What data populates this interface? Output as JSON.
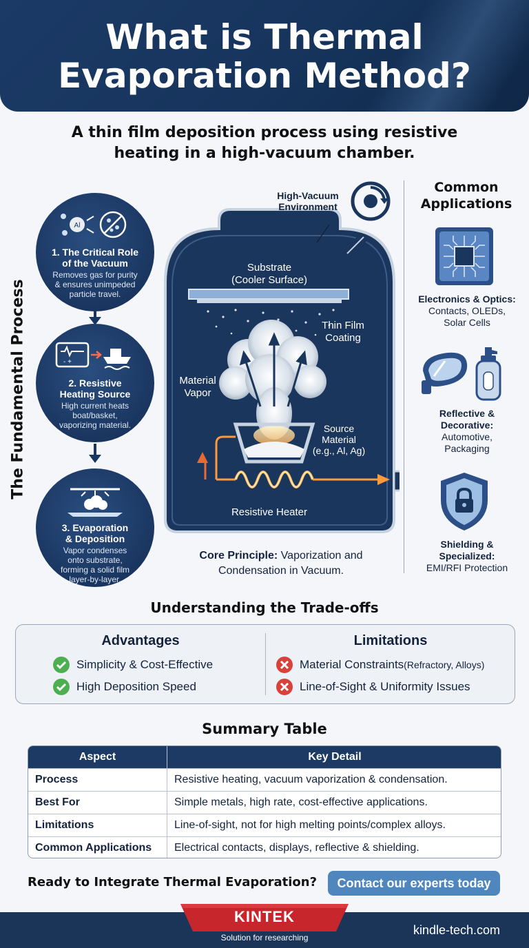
{
  "header": {
    "title_line1": "What is Thermal",
    "title_line2": "Evaporation Method?"
  },
  "subtitle": {
    "line1": "A thin film deposition process using resistive",
    "line2": "heating in a high-vacuum chamber."
  },
  "process": {
    "label": "The Fundamental Process",
    "steps": [
      {
        "title_line1": "1. The Critical Role",
        "title_line2": "of the Vacuum",
        "desc_line1": "Removes gas for purity",
        "desc_line2": "& ensures unimpeded",
        "desc_line3": "particle travel.",
        "icon": "vacuum-atoms-icon"
      },
      {
        "title_line1": "2. Resistive",
        "title_line2": "Heating Source",
        "desc_line1": "High current heats",
        "desc_line2": "boat/basket,",
        "desc_line3": "vaporizing material.",
        "icon": "heating-circuit-icon"
      },
      {
        "title_line1": "3. Evaporation",
        "title_line2": "& Deposition",
        "desc_line1": "Vapor condenses",
        "desc_line2": "onto substrate,",
        "desc_line3": "forming a solid film",
        "desc_line4": "layer-by-layer.",
        "icon": "vapor-cloud-icon"
      }
    ]
  },
  "diagram": {
    "vacuum_label_line1": "High-Vacuum",
    "vacuum_label_line2": "Environment",
    "substrate_line1": "Substrate",
    "substrate_line2": "(Cooler Surface)",
    "film_line1": "Thin Film",
    "film_line2": "Coating",
    "vapor_line1": "Material",
    "vapor_line2": "Vapor",
    "source_line1": "Source",
    "source_line2": "Material",
    "source_line3": "(e.g., Al, Ag)",
    "heater": "Resistive Heater",
    "core_bold": "Core Principle:",
    "core_rest": " Vaporization and",
    "core_line2": "Condensation in Vacuum.",
    "colors": {
      "chamber": "#1b365d",
      "heater": "#ff9a3c"
    }
  },
  "applications": {
    "title_line1": "Common",
    "title_line2": "Applications",
    "items": [
      {
        "title": "Electronics & Optics:",
        "line1": "Contacts, OLEDs,",
        "line2": "Solar Cells",
        "icon": "chip-icon"
      },
      {
        "title": "Reflective &",
        "title2": "Decorative:",
        "line1": "Automotive,",
        "line2": "Packaging",
        "icon": "mirror-bottle-icon"
      },
      {
        "title": "Shielding &",
        "title2": "Specialized:",
        "line1": "EMI/RFI Protection",
        "icon": "shield-lock-icon"
      }
    ]
  },
  "tradeoffs": {
    "title": "Understanding the Trade-offs",
    "advantages_title": "Advantages",
    "advantages": [
      "Simplicity & Cost-Effective",
      "High Deposition Speed"
    ],
    "limitations_title": "Limitations",
    "limitations": [
      {
        "main": "Material Constraints",
        "note": " (Refractory, Alloys)"
      },
      {
        "main": "Line-of-Sight & Uniformity Issues",
        "note": ""
      }
    ],
    "colors": {
      "check": "#4caf50",
      "cross": "#d9423a"
    }
  },
  "summary": {
    "title": "Summary Table",
    "headers": [
      "Aspect",
      "Key Detail"
    ],
    "rows": [
      [
        "Process",
        "Resistive heating, vacuum vaporization & condensation."
      ],
      [
        "Best For",
        "Simple metals, high rate, cost-effective applications."
      ],
      [
        "Limitations",
        "Line-of-sight, not for high melting points/complex alloys."
      ],
      [
        "Common Applications",
        "Electrical contacts, displays, reflective & shielding."
      ]
    ]
  },
  "cta": {
    "text": "Ready to Integrate Thermal Evaporation?",
    "button": "Contact our experts today"
  },
  "footer": {
    "brand": "KINTEK",
    "tagline": "Solution for researching",
    "site": "kindle-tech.com"
  }
}
